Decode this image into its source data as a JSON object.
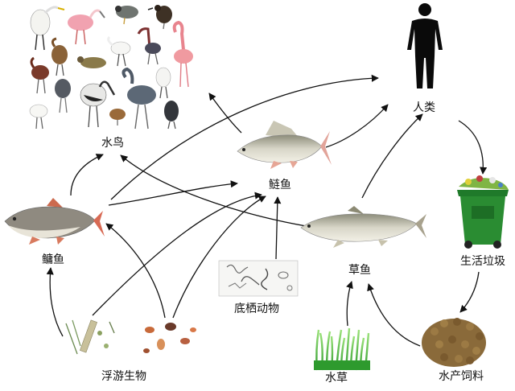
{
  "nodes": {
    "water_birds": "水鸟",
    "humans": "人类",
    "silver_carp": "鲢鱼",
    "bighead_carp": "鳙鱼",
    "grass_carp": "草鱼",
    "household_waste": "生活垃圾",
    "benthos": "底栖动物",
    "plankton": "浮游生物",
    "aquatic_plants": "水草",
    "aquatic_feed": "水产饲料"
  }
}
